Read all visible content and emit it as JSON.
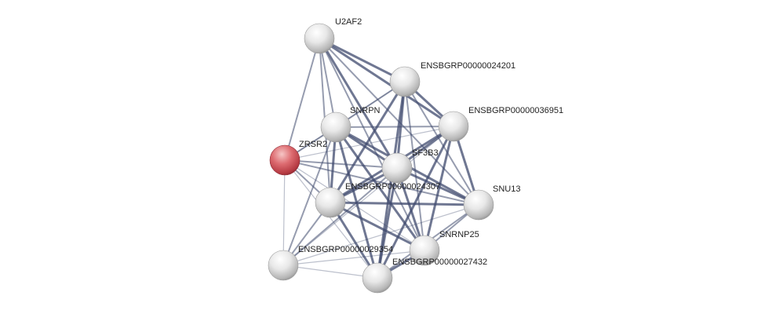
{
  "colors": {
    "background": "#ffffff",
    "edge": "#3f4a6e",
    "node_default": "#d9d9d9",
    "node_highlight": "#d0525a",
    "label": "#222222"
  },
  "nodes": [
    {
      "id": "U2AF2",
      "label": "U2AF2",
      "highlight": false
    },
    {
      "id": "ENSBGRP00000024201",
      "label": "ENSBGRP00000024201",
      "highlight": false
    },
    {
      "id": "SNRPN",
      "label": "SNRPN",
      "highlight": false
    },
    {
      "id": "ENSBGRP00000036951",
      "label": "ENSBGRP00000036951",
      "highlight": false
    },
    {
      "id": "ZRSR2",
      "label": "ZRSR2",
      "highlight": true
    },
    {
      "id": "SF3B3",
      "label": "SF3B3",
      "highlight": false
    },
    {
      "id": "ENSBGRP00000024307",
      "label": "ENSBGRP00000024307",
      "highlight": false
    },
    {
      "id": "SNU13",
      "label": "SNU13",
      "highlight": false
    },
    {
      "id": "SNRNP25",
      "label": "SNRNP25",
      "highlight": false
    },
    {
      "id": "ENSBGRP00000029354",
      "label": "ENSBGRP00000029354",
      "highlight": false
    },
    {
      "id": "ENSBGRP00000027432",
      "label": "ENSBGRP00000027432",
      "highlight": false
    }
  ],
  "edges": [
    {
      "source": "U2AF2",
      "target": "ENSBGRP00000024201",
      "weight": 3
    },
    {
      "source": "U2AF2",
      "target": "SNRPN",
      "weight": 2
    },
    {
      "source": "U2AF2",
      "target": "ENSBGRP00000036951",
      "weight": 3
    },
    {
      "source": "U2AF2",
      "target": "ZRSR2",
      "weight": 2
    },
    {
      "source": "U2AF2",
      "target": "SF3B3",
      "weight": 3
    },
    {
      "source": "U2AF2",
      "target": "ENSBGRP00000024307",
      "weight": 2
    },
    {
      "source": "U2AF2",
      "target": "SNRNP25",
      "weight": 2
    },
    {
      "source": "U2AF2",
      "target": "SNU13",
      "weight": 2
    },
    {
      "source": "ENSBGRP00000024201",
      "target": "ENSBGRP00000036951",
      "weight": 3
    },
    {
      "source": "ENSBGRP00000024201",
      "target": "SNRPN",
      "weight": 2
    },
    {
      "source": "ENSBGRP00000024201",
      "target": "SF3B3",
      "weight": 3
    },
    {
      "source": "ENSBGRP00000024201",
      "target": "ENSBGRP00000024307",
      "weight": 3
    },
    {
      "source": "ENSBGRP00000024201",
      "target": "SNU13",
      "weight": 2
    },
    {
      "source": "ENSBGRP00000024201",
      "target": "SNRNP25",
      "weight": 2
    },
    {
      "source": "ENSBGRP00000024201",
      "target": "ENSBGRP00000027432",
      "weight": 3
    },
    {
      "source": "ENSBGRP00000024201",
      "target": "ZRSR2",
      "weight": 1
    },
    {
      "source": "ENSBGRP00000036951",
      "target": "SNRPN",
      "weight": 2
    },
    {
      "source": "ENSBGRP00000036951",
      "target": "SF3B3",
      "weight": 3
    },
    {
      "source": "ENSBGRP00000036951",
      "target": "ENSBGRP00000024307",
      "weight": 3
    },
    {
      "source": "ENSBGRP00000036951",
      "target": "SNU13",
      "weight": 3
    },
    {
      "source": "ENSBGRP00000036951",
      "target": "SNRNP25",
      "weight": 3
    },
    {
      "source": "ENSBGRP00000036951",
      "target": "ENSBGRP00000027432",
      "weight": 3
    },
    {
      "source": "ENSBGRP00000036951",
      "target": "ZRSR2",
      "weight": 1
    },
    {
      "source": "ENSBGRP00000036951",
      "target": "ENSBGRP00000029354",
      "weight": 1
    },
    {
      "source": "SNRPN",
      "target": "SF3B3",
      "weight": 3
    },
    {
      "source": "SNRPN",
      "target": "ENSBGRP00000024307",
      "weight": 3
    },
    {
      "source": "SNRPN",
      "target": "ZRSR2",
      "weight": 2
    },
    {
      "source": "SNRPN",
      "target": "SNU13",
      "weight": 3
    },
    {
      "source": "SNRPN",
      "target": "SNRNP25",
      "weight": 3
    },
    {
      "source": "SNRPN",
      "target": "ENSBGRP00000027432",
      "weight": 3
    },
    {
      "source": "SNRPN",
      "target": "ENSBGRP00000029354",
      "weight": 2
    },
    {
      "source": "ZRSR2",
      "target": "SF3B3",
      "weight": 2
    },
    {
      "source": "ZRSR2",
      "target": "ENSBGRP00000024307",
      "weight": 2
    },
    {
      "source": "ZRSR2",
      "target": "ENSBGRP00000029354",
      "weight": 1
    },
    {
      "source": "ZRSR2",
      "target": "SNU13",
      "weight": 2
    },
    {
      "source": "ZRSR2",
      "target": "SNRNP25",
      "weight": 1
    },
    {
      "source": "ZRSR2",
      "target": "ENSBGRP00000027432",
      "weight": 1
    },
    {
      "source": "SF3B3",
      "target": "ENSBGRP00000024307",
      "weight": 3
    },
    {
      "source": "SF3B3",
      "target": "SNU13",
      "weight": 3
    },
    {
      "source": "SF3B3",
      "target": "SNRNP25",
      "weight": 3
    },
    {
      "source": "SF3B3",
      "target": "ENSBGRP00000027432",
      "weight": 3
    },
    {
      "source": "SF3B3",
      "target": "ENSBGRP00000029354",
      "weight": 2
    },
    {
      "source": "ENSBGRP00000024307",
      "target": "SNU13",
      "weight": 3
    },
    {
      "source": "ENSBGRP00000024307",
      "target": "SNRNP25",
      "weight": 3
    },
    {
      "source": "ENSBGRP00000024307",
      "target": "ENSBGRP00000029354",
      "weight": 2
    },
    {
      "source": "ENSBGRP00000024307",
      "target": "ENSBGRP00000027432",
      "weight": 3
    },
    {
      "source": "SNU13",
      "target": "SNRNP25",
      "weight": 2
    },
    {
      "source": "SNU13",
      "target": "ENSBGRP00000027432",
      "weight": 2
    },
    {
      "source": "SNU13",
      "target": "ENSBGRP00000029354",
      "weight": 1
    },
    {
      "source": "SNRNP25",
      "target": "ENSBGRP00000027432",
      "weight": 3
    },
    {
      "source": "SNRNP25",
      "target": "ENSBGRP00000029354",
      "weight": 1
    },
    {
      "source": "ENSBGRP00000029354",
      "target": "ENSBGRP00000027432",
      "weight": 1
    }
  ]
}
